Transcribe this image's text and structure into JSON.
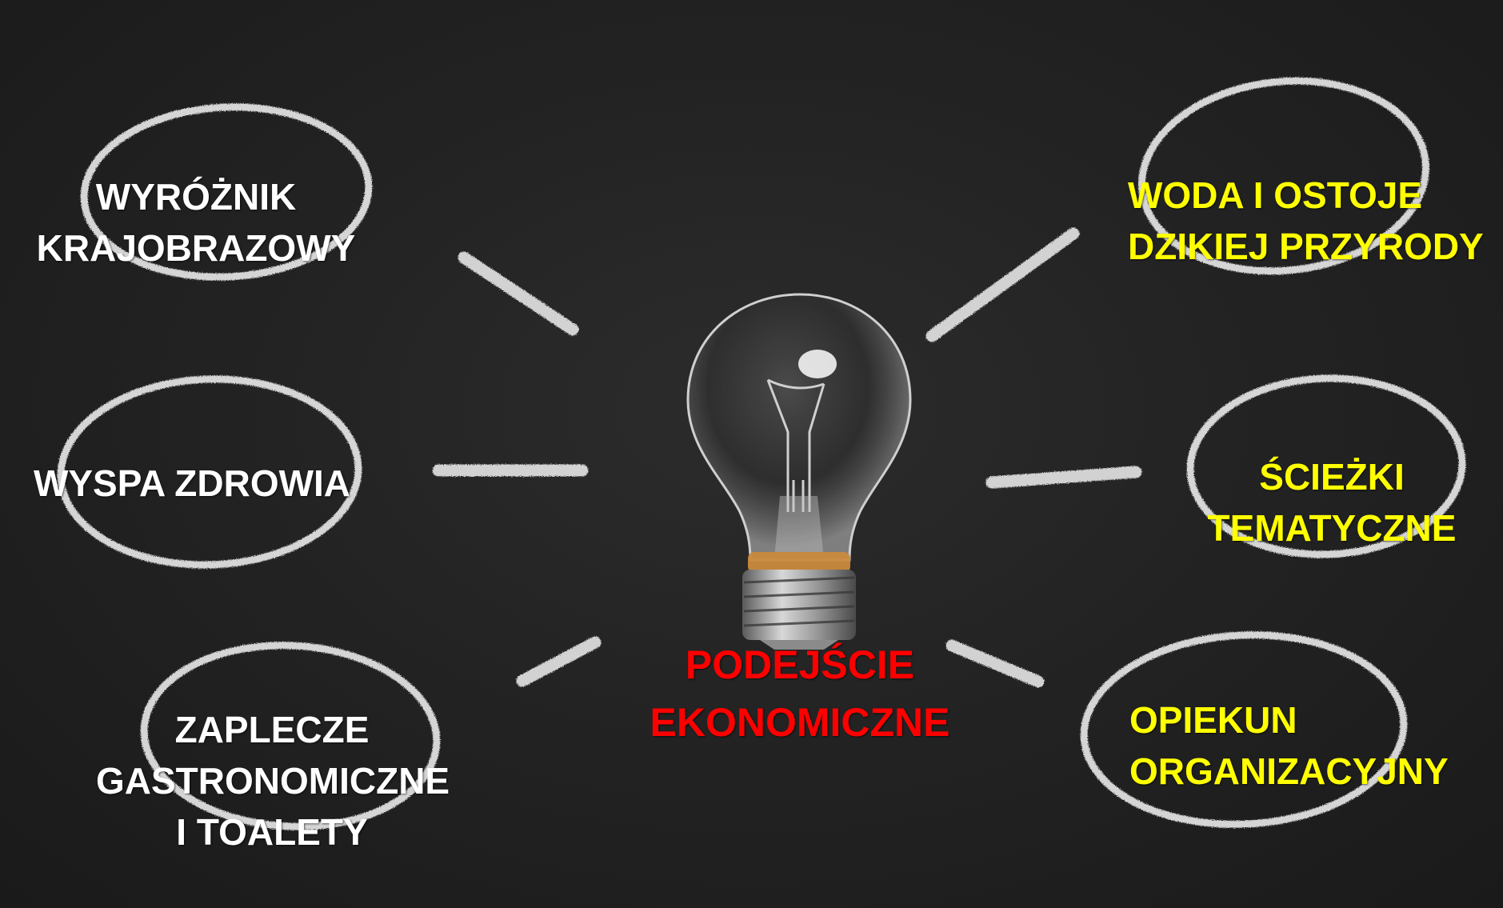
{
  "colors": {
    "board": "#232323",
    "chalk": "#e6e6e6",
    "white_text": "#ffffff",
    "yellow_text": "#ffff00",
    "red_text": "#ff0000"
  },
  "center": {
    "icon": "light-bulb-icon",
    "lines": [
      "PODEJŚCIE",
      "EKONOMICZNE"
    ],
    "color": "#ff0000"
  },
  "nodes": [
    {
      "id": "wyroznik",
      "lines": [
        "WYRÓŻNIK",
        "KRAJOBRAZOWY"
      ],
      "color": "#ffffff"
    },
    {
      "id": "wyspa",
      "lines": [
        "WYSPA ZDROWIA"
      ],
      "color": "#ffffff"
    },
    {
      "id": "zaplecze",
      "lines": [
        "ZAPLECZE",
        "GASTRONOMICZNE",
        "I TOALETY"
      ],
      "color": "#ffffff"
    },
    {
      "id": "woda",
      "lines": [
        "WODA I OSTOJE",
        "DZIKIEJ PRZYRODY"
      ],
      "color": "#ffff00"
    },
    {
      "id": "sciezki",
      "lines": [
        "ŚCIEŻKI",
        "TEMATYCZNE"
      ],
      "color": "#ffff00"
    },
    {
      "id": "opiekun",
      "lines": [
        "OPIEKUN",
        "ORGANIZACYJNY"
      ],
      "color": "#ffff00"
    }
  ]
}
